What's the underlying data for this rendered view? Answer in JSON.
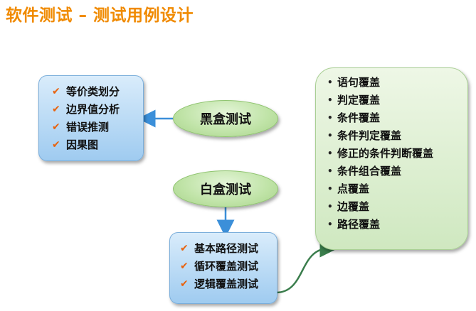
{
  "title": "软件测试 – 测试用例设计",
  "black_box": {
    "label": "黑盒测试",
    "methods": [
      "等价类划分",
      "边界值分析",
      "错误推测",
      "因果图"
    ]
  },
  "white_box": {
    "label": "白盒测试",
    "methods": [
      "基本路径测试",
      "循环覆盖测试",
      "逻辑覆盖测试"
    ]
  },
  "logic_coverage": [
    "语句覆盖",
    "判定覆盖",
    "条件覆盖",
    "条件判定覆盖",
    "修正的条件判断覆盖",
    "条件组合覆盖",
    "点覆盖",
    "边覆盖",
    "路径覆盖"
  ],
  "colors": {
    "title": "#f08a00",
    "check": "#e8620d",
    "arrow": "#3b8fd9",
    "curve": "#3a7d4c"
  }
}
